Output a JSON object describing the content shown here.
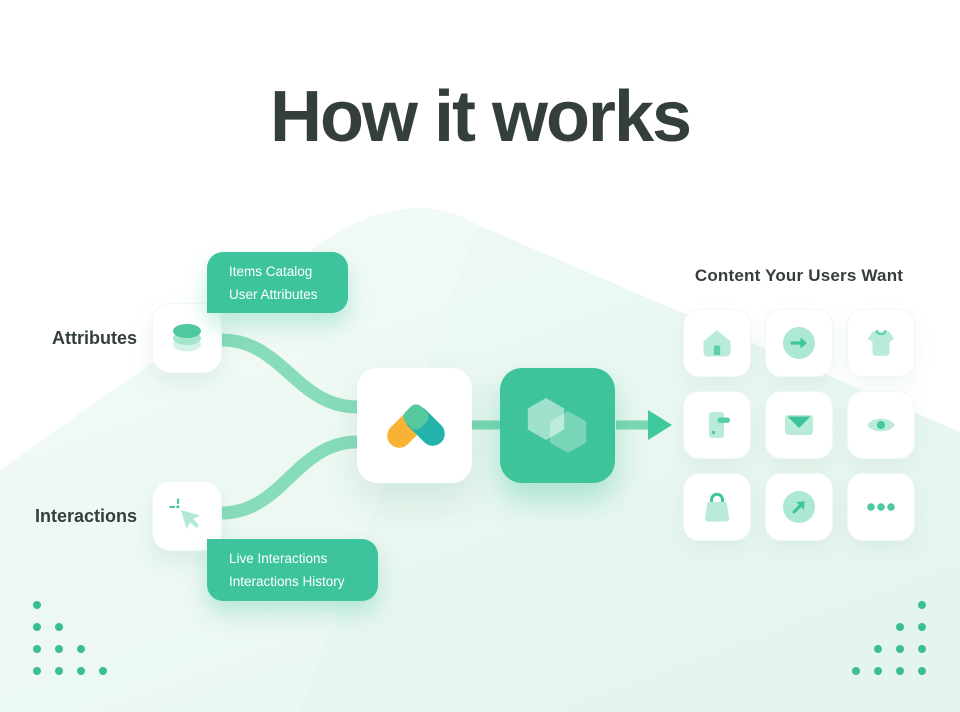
{
  "title": "How it works",
  "colors": {
    "text_dark": "#343e3b",
    "green_primary": "#3ec49d",
    "green_card": "#3ec39a",
    "green_light_wire": "#87dcba",
    "icon_mint_light": "#b7ebd8",
    "icon_mint_dark": "#4fc8a0",
    "logo_yellow": "#f9b234",
    "logo_teal": "#23b3ac",
    "logo_overlap": "#56c89e",
    "background_mint": "#e9f7f0",
    "dots": "#3cbe93"
  },
  "flow": {
    "attributes": {
      "label": "Attributes",
      "icon": "database",
      "tag_lines": [
        "Items Catalog",
        "User Attributes"
      ]
    },
    "interactions": {
      "label": "Interactions",
      "icon": "cursor-click",
      "tag_lines": [
        "Live Interactions",
        "Interactions History"
      ]
    },
    "engine": {
      "icon": "logo-capsules"
    },
    "processor": {
      "icon": "hexagons"
    }
  },
  "output": {
    "heading": "Content Your Users Want",
    "items": [
      {
        "icon": "home"
      },
      {
        "icon": "arrow-right-circle"
      },
      {
        "icon": "t-shirt"
      },
      {
        "icon": "door"
      },
      {
        "icon": "email"
      },
      {
        "icon": "eye"
      },
      {
        "icon": "shopping-bag"
      },
      {
        "icon": "arrow-up-right-circle"
      },
      {
        "icon": "ellipsis"
      }
    ]
  }
}
